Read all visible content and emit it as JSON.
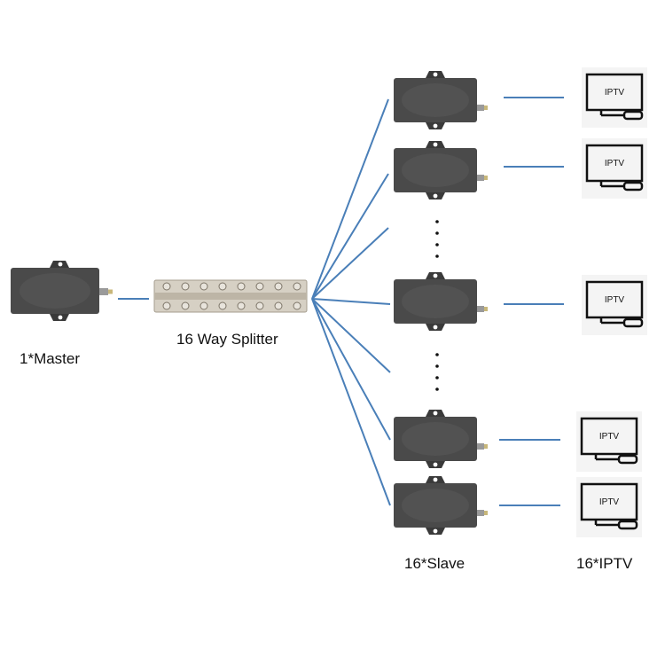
{
  "labels": {
    "master": "1*Master",
    "splitter": "16 Way Splitter",
    "slave": "16*Slave",
    "iptv": "16*IPTV"
  },
  "tv_screen_text": "IPTV",
  "ellipsis": "⋮",
  "colors": {
    "link": "#4a7fb8",
    "device_body": "#4a4a4a",
    "device_tab": "#3a3a3a",
    "splitter_body": "#c9c2b6",
    "tv_outline": "#111111",
    "tv_bg": "#f4f4f4"
  },
  "slave_count_shown": 5,
  "tv_count_shown": 5
}
